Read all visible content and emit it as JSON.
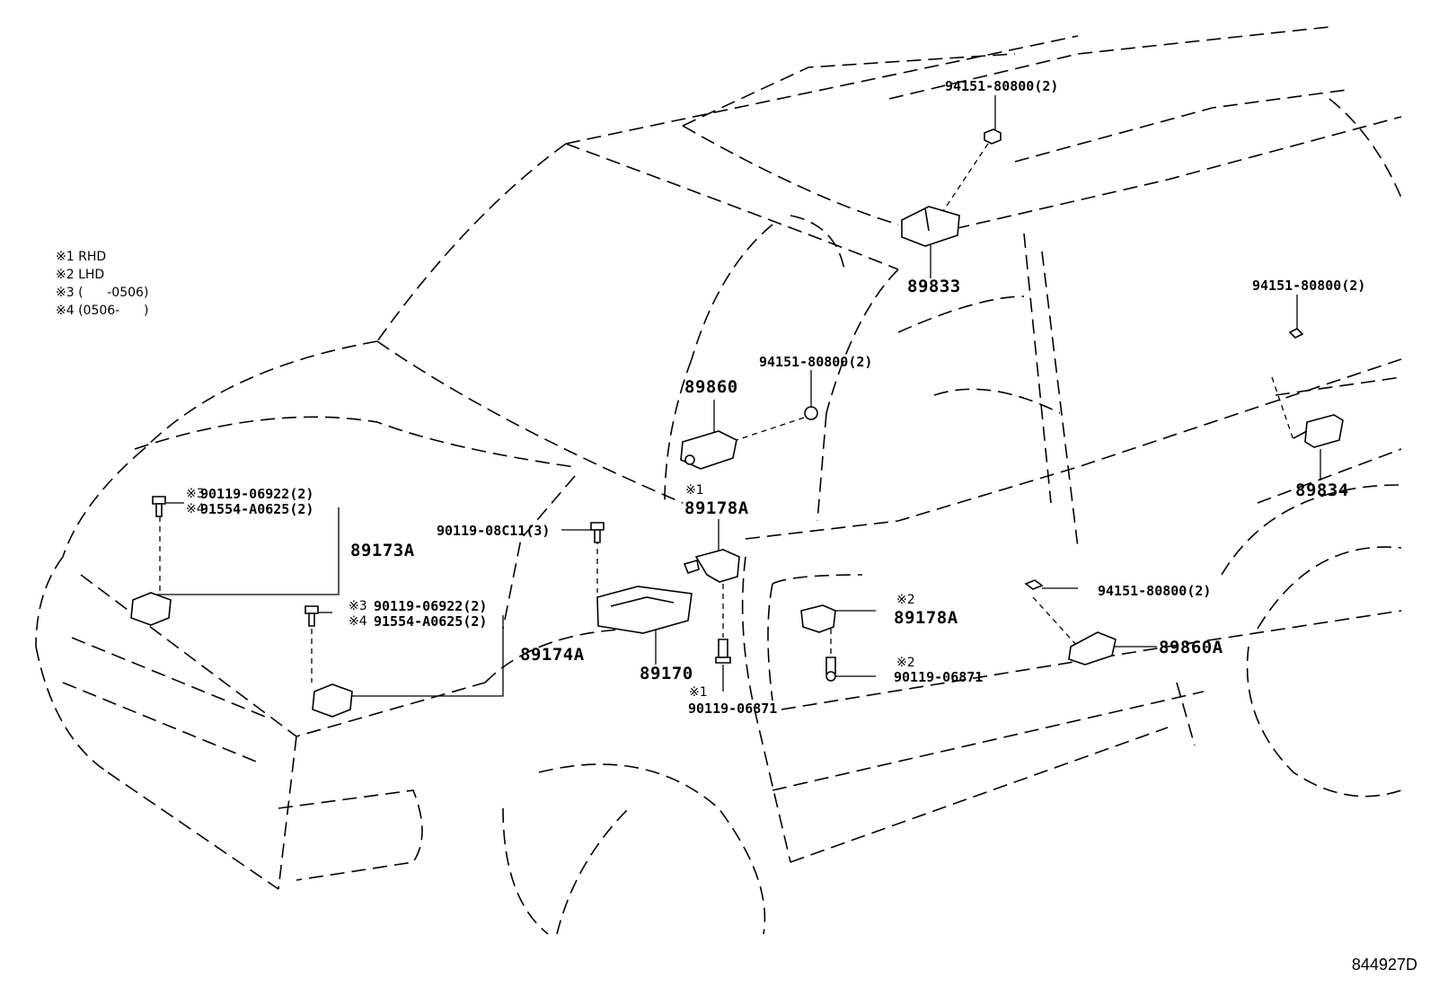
{
  "diagram": {
    "type": "parts-exploded-view",
    "figure_number": "844927D",
    "legend": [
      {
        "mark": "※1",
        "text": "RHD"
      },
      {
        "mark": "※2",
        "text": "LHD"
      },
      {
        "mark": "※3",
        "text": "(      -0506)"
      },
      {
        "mark": "※4",
        "text": "(0506-      )"
      }
    ],
    "parts": {
      "p89833": "89833",
      "p94151_top": "94151-80800(2)",
      "p94151_right": "94151-80800(2)",
      "p89834": "89834",
      "p89860": "89860",
      "p94151_mid": "94151-80800(2)",
      "p89178A_rhd_mark": "※1",
      "p89178A_rhd": "89178A",
      "p90119_08C11": "90119-08C11(3)",
      "p89173A": "89173A",
      "p89173A_bolt1_mark": "※3",
      "p89173A_bolt1": "90119-06922(2)",
      "p89173A_bolt2_mark": "※4",
      "p89173A_bolt2": "91554-A0625(2)",
      "p89174A": "89174A",
      "p89174A_bolt1_mark": "※3",
      "p89174A_bolt1": "90119-06922(2)",
      "p89174A_bolt2_mark": "※4",
      "p89174A_bolt2": "91554-A0625(2)",
      "p89170": "89170",
      "p90119_06871_rhd_mark": "※1",
      "p90119_06871_rhd": "90119-06871",
      "p89178A_lhd_mark": "※2",
      "p89178A_lhd": "89178A",
      "p90119_06871_lhd_mark": "※2",
      "p90119_06871_lhd": "90119-06871",
      "p94151_lower": "94151-80800(2)",
      "p89860A": "89860A"
    }
  }
}
